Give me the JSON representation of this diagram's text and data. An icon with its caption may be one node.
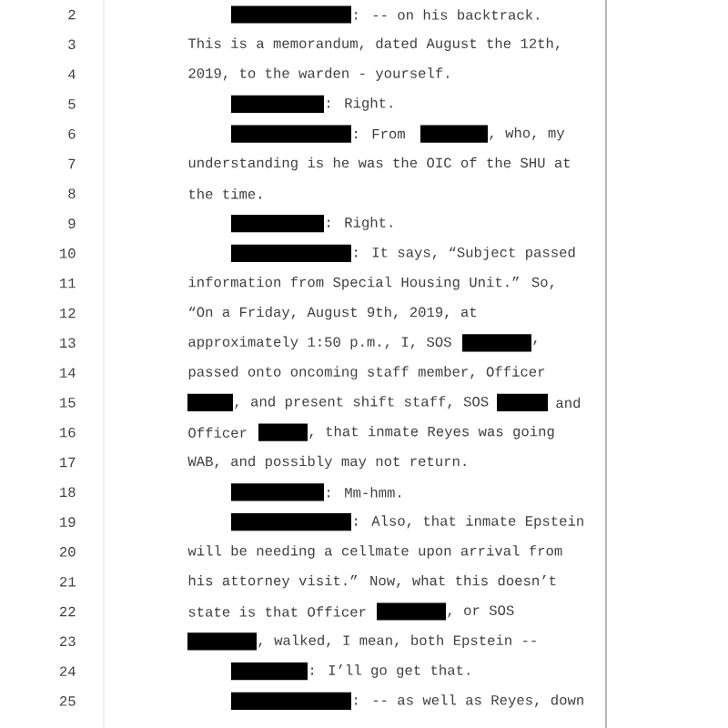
{
  "diagram": {
    "labels": [
      "2",
      ":  -- on his backtrack.",
      "3",
      "This is a memorandum, dated August the 12th,",
      "4",
      "2019, to the warden - yourself.",
      "5",
      ":  Right.",
      "6",
      ":  From",
      ", who, my",
      "7",
      "understanding is he was the OIC of the SHU at",
      "8",
      "the time.",
      "9",
      ":  Right.",
      "10",
      ":  It says, “Subject passed",
      "11",
      "information from Special Housing Unit.”  So,",
      "12",
      "“On a Friday, August 9th, 2019, at",
      "13",
      "approximately 1:50 p.m., I, SOS",
      ",",
      "14",
      "passed onto oncoming staff member, Officer",
      "15",
      ", and present shift staff, SOS",
      "and",
      "16",
      "Officer",
      ", that inmate Reyes was going",
      "17",
      "WAB, and possibly may not return.",
      "18",
      ":  Mm-hmm.",
      "19",
      ":  Also, that inmate Epstein",
      "20",
      "will be needing a cellmate upon arrival from",
      "21",
      "his attorney visit.”  Now, what this doesn’t",
      "22",
      "state is that Officer",
      ", or SOS",
      "23",
      ", walked, I mean, both Epstein --",
      "24",
      ":  I’ll go get that.",
      "25",
      ":  -- as well as Reyes, down"
    ]
  }
}
